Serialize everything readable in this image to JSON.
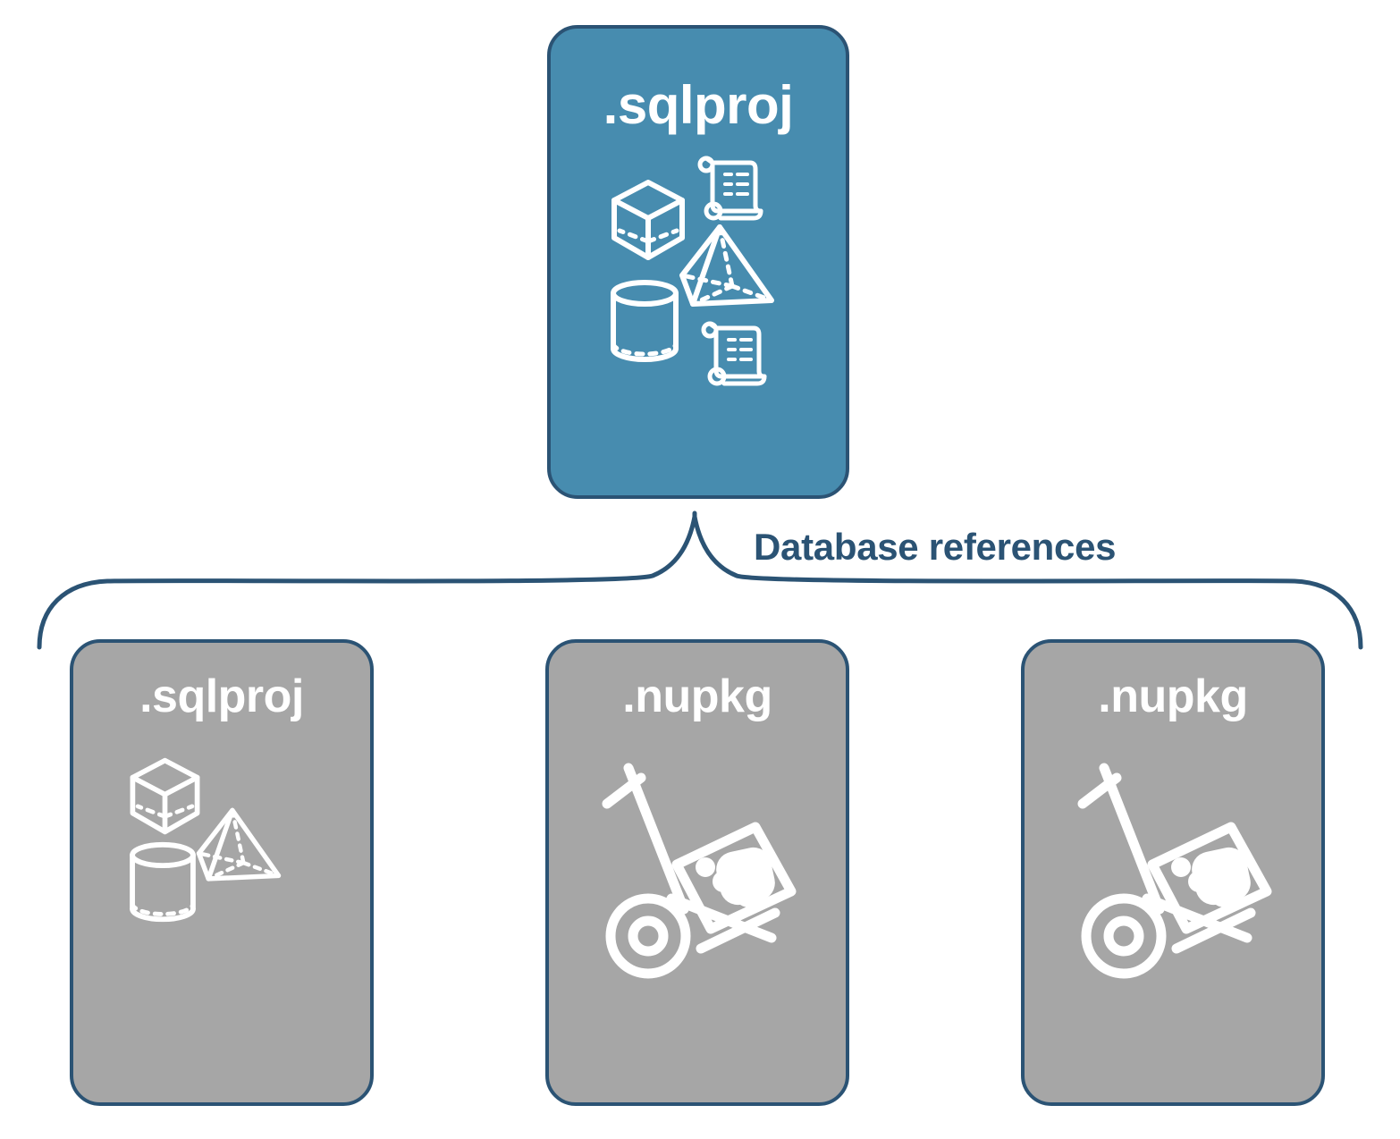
{
  "diagram": {
    "title_text": "Database references",
    "colors": {
      "primary_fill": "#478caf",
      "secondary_fill": "#a6a6a6",
      "stroke": "#2b5374",
      "icon": "#ffffff",
      "background": "#ffffff"
    },
    "root": {
      "label": ".sqlproj",
      "fill": "primary",
      "icons": [
        "cube-icon",
        "scroll-icon",
        "pyramid-icon",
        "cylinder-icon",
        "scroll-icon"
      ]
    },
    "connector": {
      "type": "curly-brace",
      "label": "Database references"
    },
    "references": [
      {
        "label": ".sqlproj",
        "fill": "secondary",
        "icons": [
          "cube-icon",
          "pyramid-icon",
          "cylinder-icon"
        ]
      },
      {
        "label": ".nupkg",
        "fill": "secondary",
        "icons": [
          "hand-truck-package-icon"
        ]
      },
      {
        "label": ".nupkg",
        "fill": "secondary",
        "icons": [
          "hand-truck-package-icon"
        ]
      }
    ]
  }
}
